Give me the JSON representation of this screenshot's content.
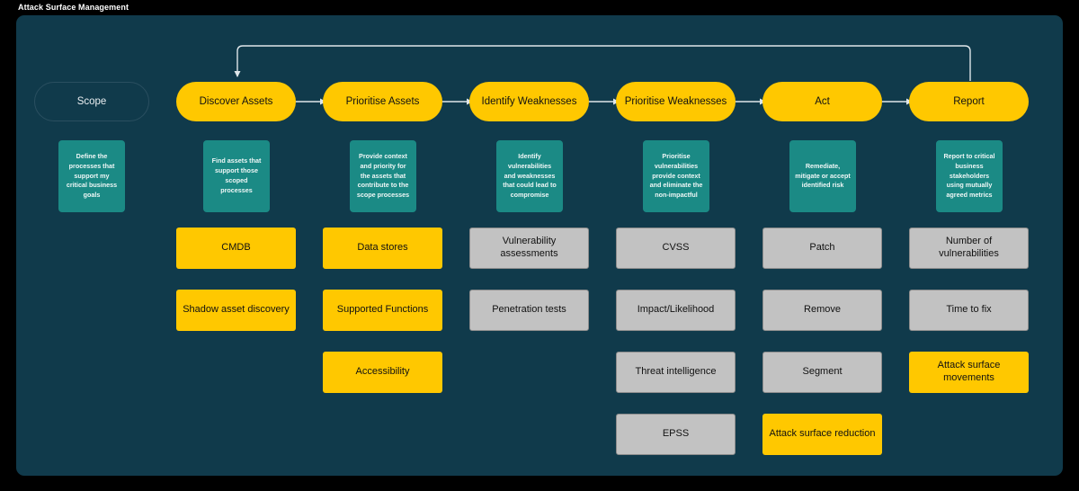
{
  "window": {
    "title": "Attack Surface Management"
  },
  "colors": {
    "page_background": "#000000",
    "board_background": "#103a4b",
    "stage_fill": "#ffc800",
    "description_fill": "#1b8a85",
    "item_grey_fill": "#c2c2c2",
    "connector": "#dfe6ea",
    "text_dark": "#111111",
    "text_light": "#eef7f6"
  },
  "diagram": {
    "type": "process-flow",
    "feedback_loop": {
      "from": "Report",
      "to": "Discover Assets"
    },
    "columns": [
      {
        "id": "scope",
        "stage": {
          "label": "Scope",
          "style": "outline"
        },
        "description": "Define the processes that support my critical business goals",
        "items": []
      },
      {
        "id": "discover-assets",
        "stage": {
          "label": "Discover Assets",
          "style": "filled"
        },
        "description": "Find assets that support those scoped processes",
        "items": [
          {
            "label": "CMDB",
            "style": "yellow"
          },
          {
            "label": "Shadow asset discovery",
            "style": "yellow"
          }
        ]
      },
      {
        "id": "prioritise-assets",
        "stage": {
          "label": "Prioritise Assets",
          "style": "filled"
        },
        "description": "Provide context and priority for the assets that contribute to the scope processes",
        "items": [
          {
            "label": "Data stores",
            "style": "yellow"
          },
          {
            "label": "Supported Functions",
            "style": "yellow"
          },
          {
            "label": "Accessibility",
            "style": "yellow"
          }
        ]
      },
      {
        "id": "identify-weaknesses",
        "stage": {
          "label": "Identify Weaknesses",
          "style": "filled"
        },
        "description": "Identify vulnerabilities and weaknesses that could lead to compromise",
        "items": [
          {
            "label": "Vulnerability assessments",
            "style": "grey"
          },
          {
            "label": "Penetration tests",
            "style": "grey"
          }
        ]
      },
      {
        "id": "prioritise-weaknesses",
        "stage": {
          "label": "Prioritise Weaknesses",
          "style": "filled"
        },
        "description": "Prioritise vulnerabilities provide context and eliminate the non-impactful",
        "items": [
          {
            "label": "CVSS",
            "style": "grey"
          },
          {
            "label": "Impact/Likelihood",
            "style": "grey"
          },
          {
            "label": "Threat intelligence",
            "style": "grey"
          },
          {
            "label": "EPSS",
            "style": "grey"
          }
        ]
      },
      {
        "id": "act",
        "stage": {
          "label": "Act",
          "style": "filled"
        },
        "description": "Remediate, mitigate or accept identified risk",
        "items": [
          {
            "label": "Patch",
            "style": "grey"
          },
          {
            "label": "Remove",
            "style": "grey"
          },
          {
            "label": "Segment",
            "style": "grey"
          },
          {
            "label": "Attack surface reduction",
            "style": "yellow"
          }
        ]
      },
      {
        "id": "report",
        "stage": {
          "label": "Report",
          "style": "filled"
        },
        "description": "Report to critical business stakeholders using mutually agreed metrics",
        "items": [
          {
            "label": "Number of vulnerabilities",
            "style": "grey"
          },
          {
            "label": "Time to fix",
            "style": "grey"
          },
          {
            "label": "Attack surface movements",
            "style": "yellow"
          }
        ]
      }
    ]
  }
}
